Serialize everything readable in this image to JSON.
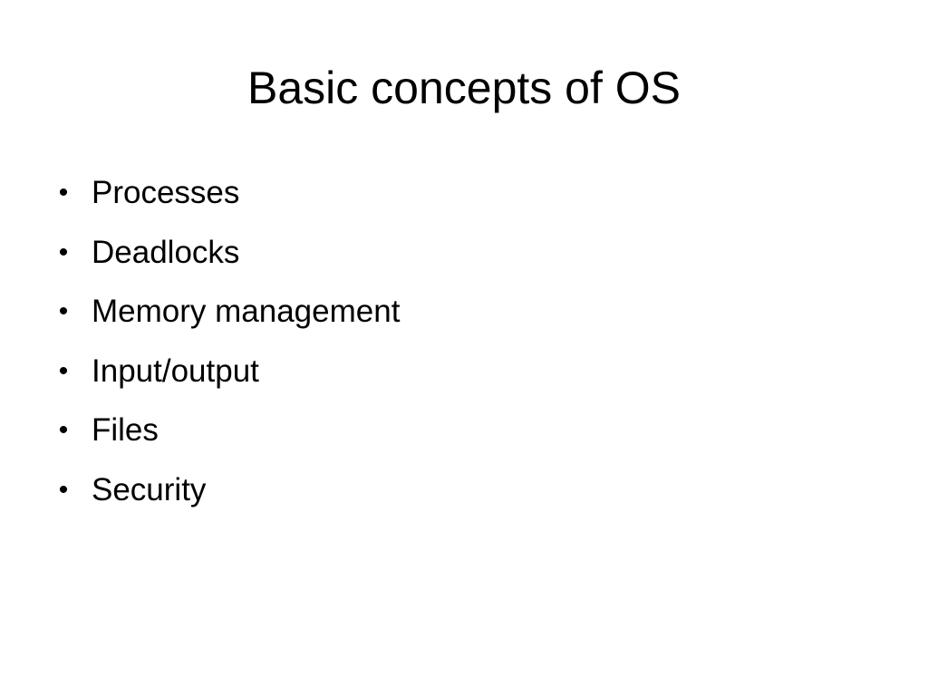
{
  "slide": {
    "title": "Basic concepts of OS",
    "bullet_glyph": "•",
    "items": [
      {
        "text": "Processes"
      },
      {
        "text": "Deadlocks"
      },
      {
        "text": "Memory management"
      },
      {
        "text": "Input/output"
      },
      {
        "text": "Files"
      },
      {
        "text": "Security"
      }
    ]
  }
}
